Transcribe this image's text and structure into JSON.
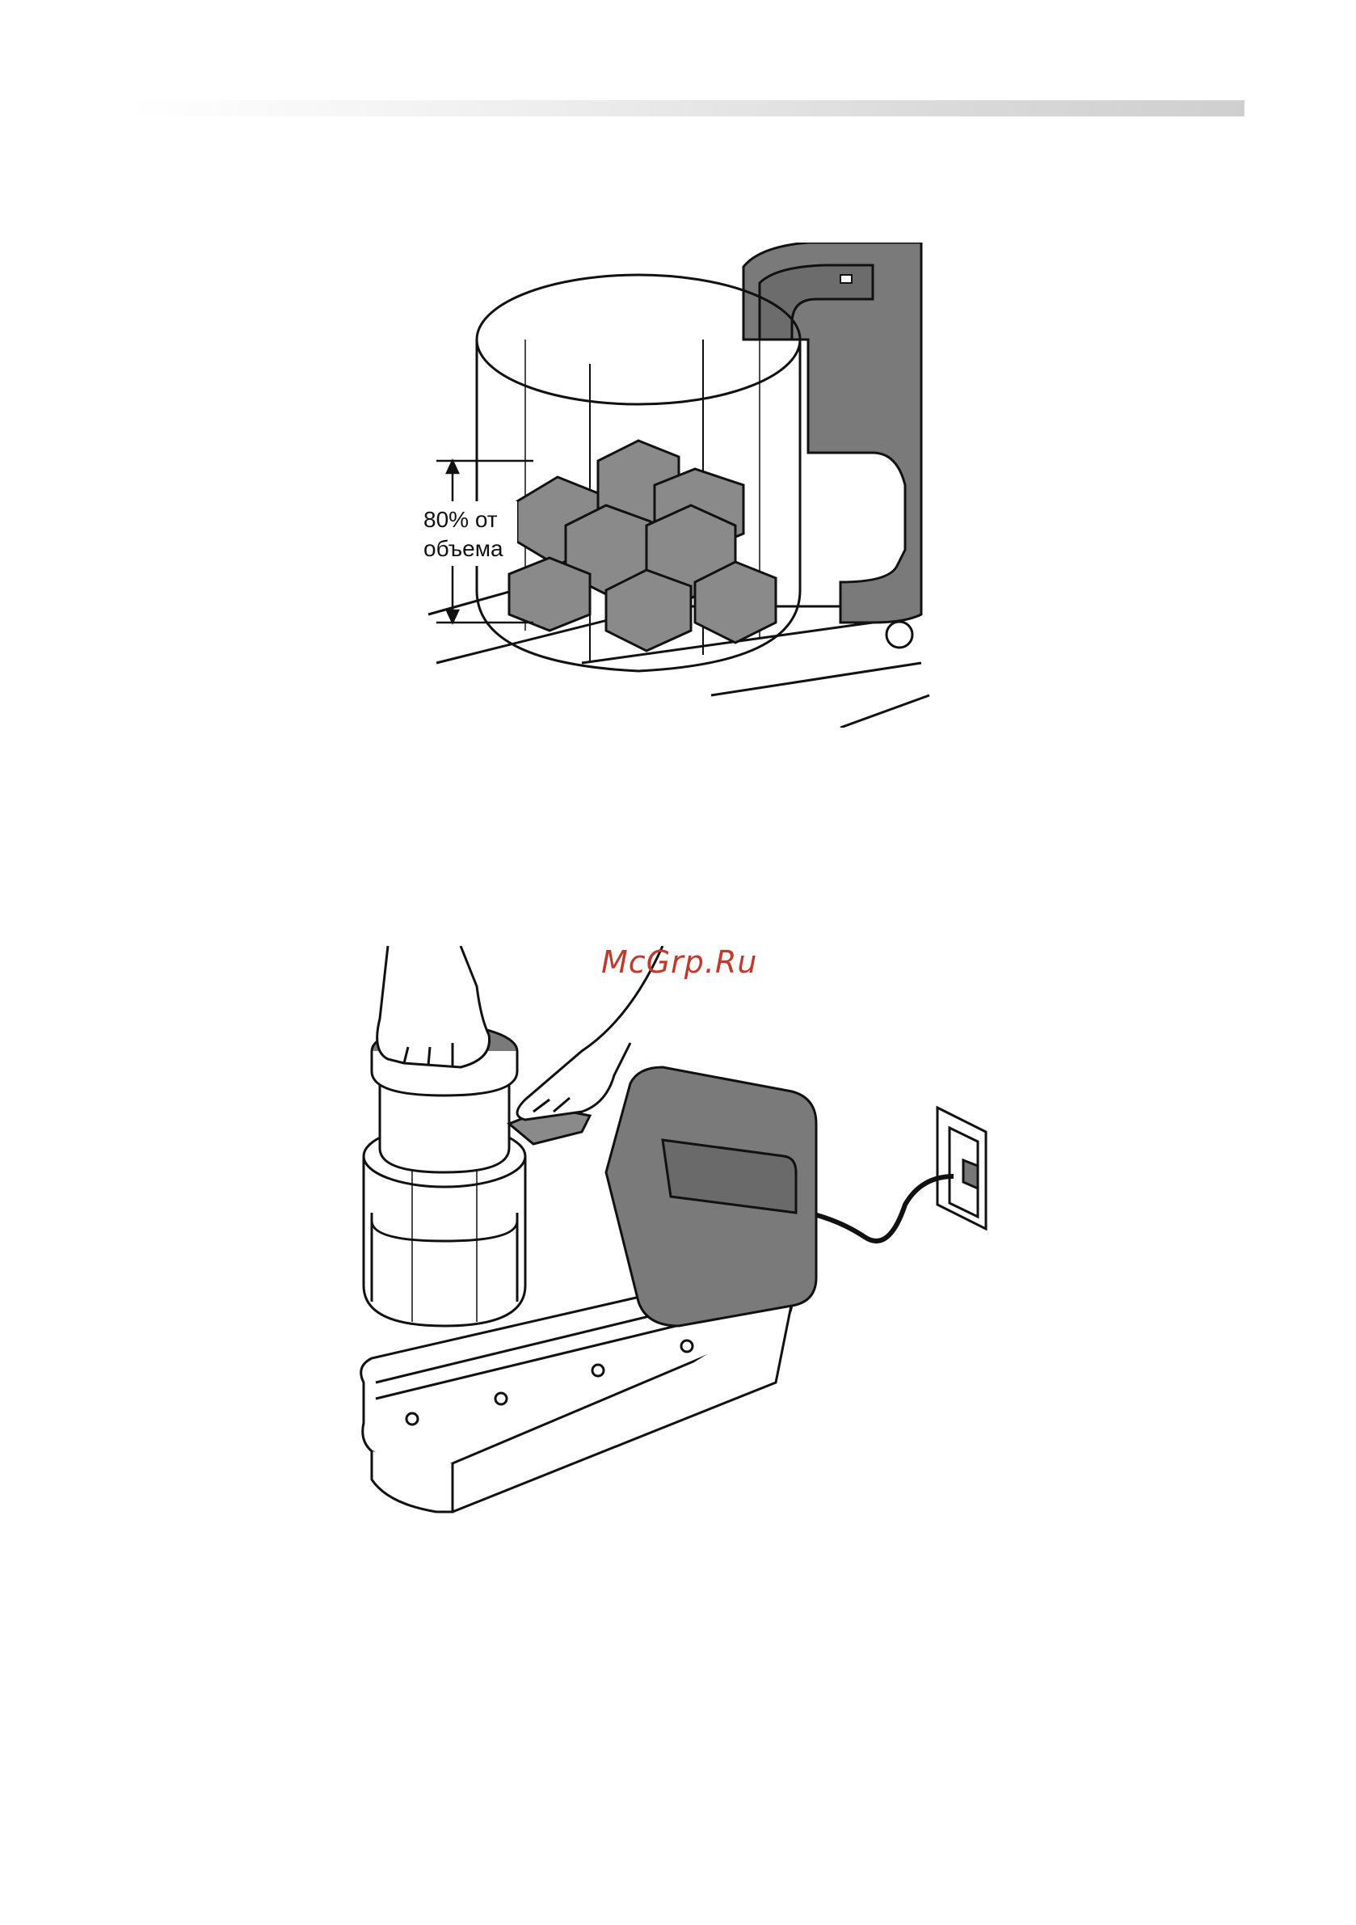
{
  "header": {
    "decor": "gradient-bar"
  },
  "figure_ice": {
    "label_line1": "80% от",
    "label_line2": "объема"
  },
  "figure_operation": {},
  "watermark": {
    "text": "McGrp.Ru",
    "color": "#c0392b"
  },
  "colors": {
    "ink": "#111111",
    "body_gray": "#7a7a7a",
    "cube_gray": "#8a8a8a"
  }
}
